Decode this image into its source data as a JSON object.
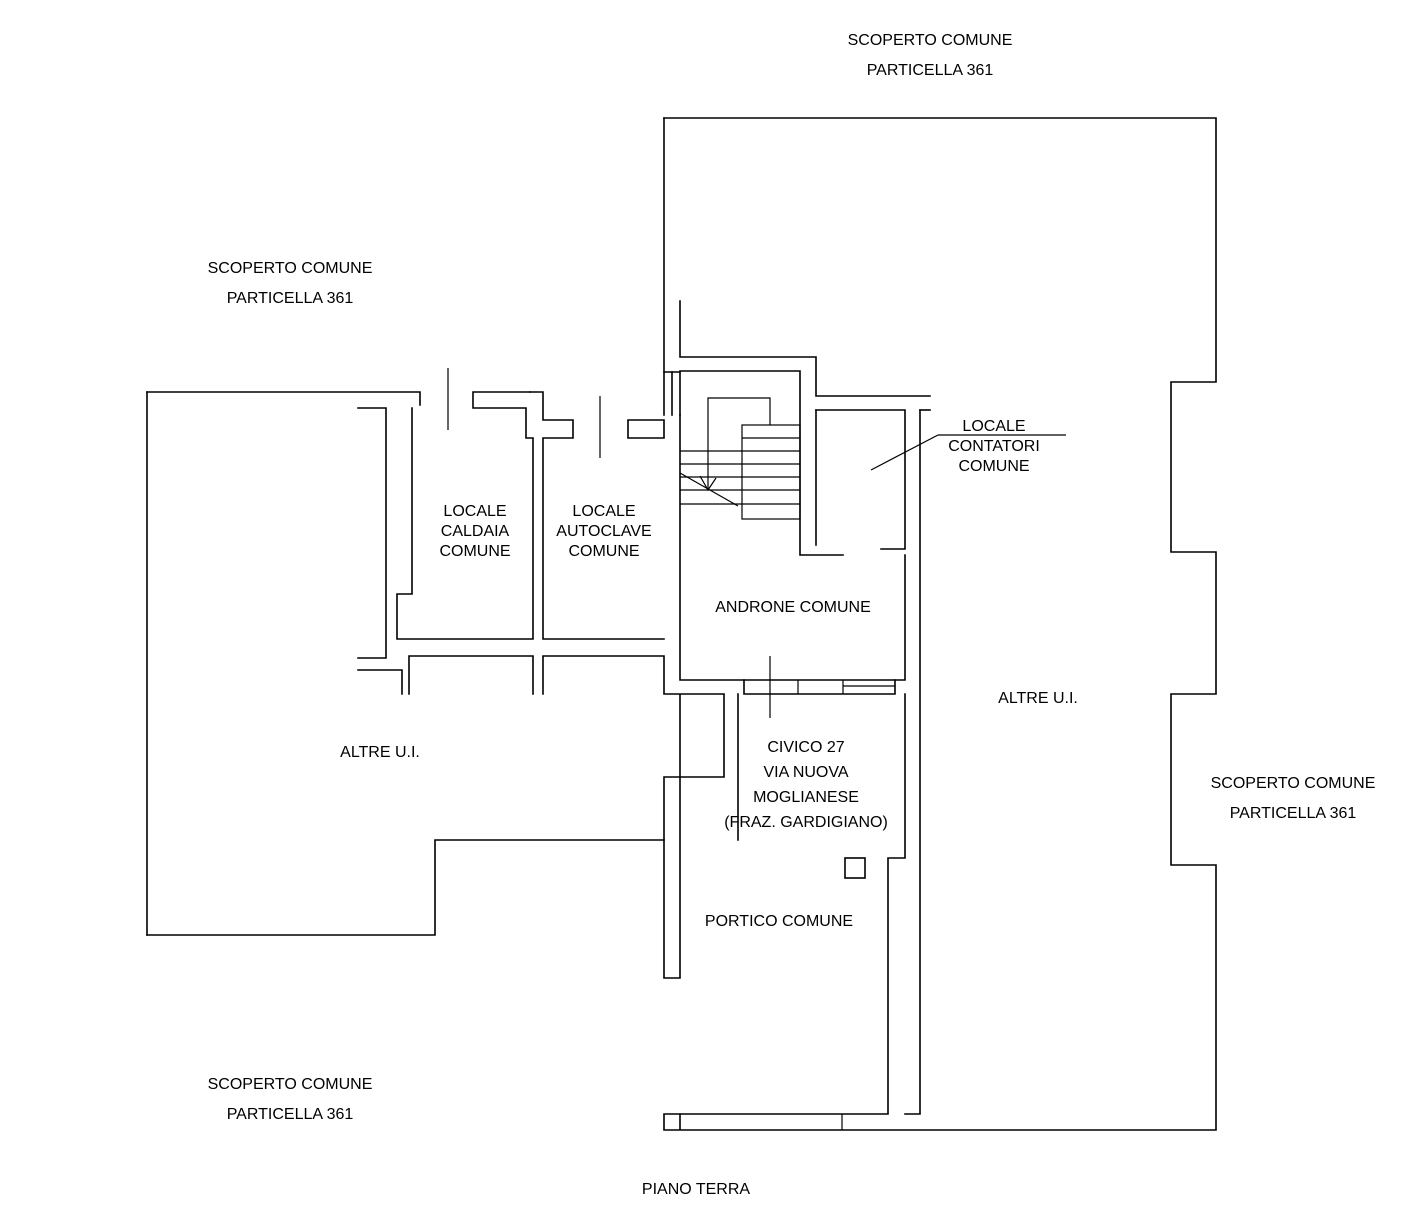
{
  "surroundings": {
    "top": {
      "line1": "SCOPERTO COMUNE",
      "line2": "PARTICELLA 361"
    },
    "upper_left": {
      "line1": "SCOPERTO COMUNE",
      "line2": "PARTICELLA 361"
    },
    "right": {
      "line1": "SCOPERTO COMUNE",
      "line2": "PARTICELLA 361"
    },
    "lower_left": {
      "line1": "SCOPERTO COMUNE",
      "line2": "PARTICELLA 361"
    }
  },
  "rooms": {
    "caldaia": [
      "LOCALE",
      "CALDAIA",
      "COMUNE"
    ],
    "autoclave": [
      "LOCALE",
      "AUTOCLAVE",
      "COMUNE"
    ],
    "contatori": [
      "LOCALE",
      "CONTATORI",
      "COMUNE"
    ],
    "androne": "ANDRONE COMUNE",
    "altre_left": "ALTRE U.I.",
    "altre_right": "ALTRE U.I.",
    "portico": "PORTICO COMUNE"
  },
  "address": [
    "CIVICO 27",
    "VIA NUOVA",
    "MOGLIANESE",
    "(FRAZ. GARDIGIANO)"
  ],
  "floor_label": "PIANO TERRA"
}
